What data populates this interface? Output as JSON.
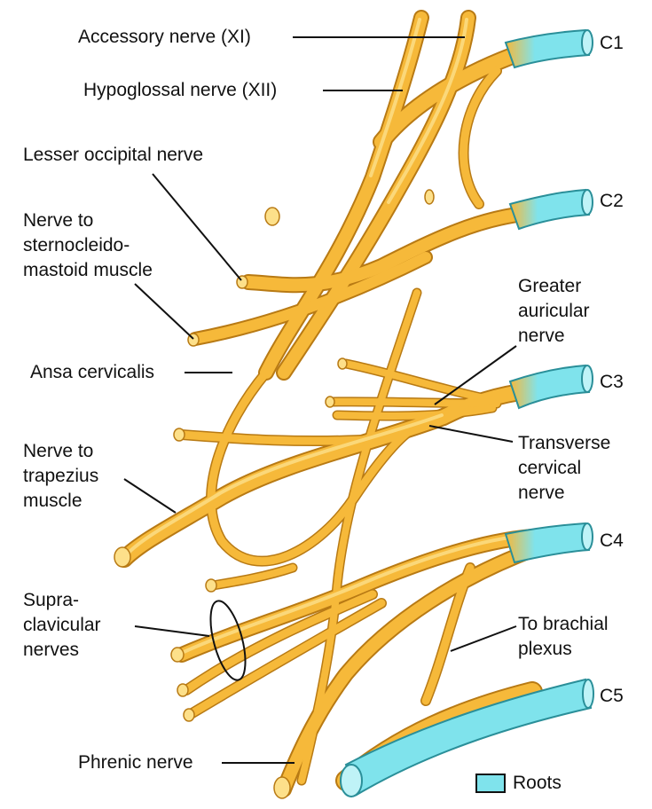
{
  "labels": {
    "accessory": "Accessory nerve (XI)",
    "hypoglossal": "Hypoglossal nerve (XII)",
    "lesser_occipital": "Lesser occipital nerve",
    "scm_1": "Nerve to",
    "scm_2": "sternocleido-",
    "scm_3": "mastoid muscle",
    "ansa": "Ansa cervicalis",
    "trap_1": "Nerve to",
    "trap_2": "trapezius",
    "trap_3": "muscle",
    "supra_1": "Supra-",
    "supra_2": "clavicular",
    "supra_3": "nerves",
    "phrenic": "Phrenic nerve",
    "greater_1": "Greater",
    "greater_2": "auricular",
    "greater_3": "nerve",
    "transverse_1": "Transverse",
    "transverse_2": "cervical",
    "transverse_3": "nerve",
    "brachial_1": "To brachial",
    "brachial_2": "plexus"
  },
  "roots": {
    "c1": "C1",
    "c2": "C2",
    "c3": "C3",
    "c4": "C4",
    "c5": "C5"
  },
  "legend": {
    "label": "Roots",
    "color": "#7fe3ec"
  },
  "colors": {
    "nerve": "#f6b93a",
    "nerve_highlight": "#fde08a",
    "nerve_outline": "#b87a14",
    "root": "#7fe3ec",
    "root_outline": "#2a8f99"
  }
}
